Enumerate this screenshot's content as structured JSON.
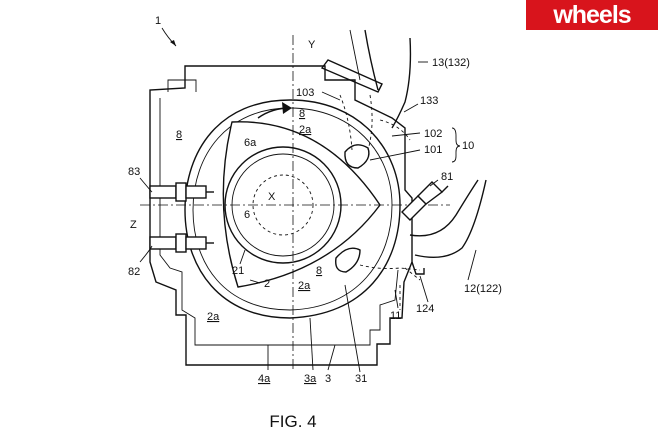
{
  "brand": {
    "logo_text": "wheels",
    "color": "#d8141c"
  },
  "figure": {
    "caption": "FIG. 4",
    "labels": {
      "ref_1": "1",
      "axis_y": "Y",
      "ref_13": "13(132)",
      "ref_103": "103",
      "ref_133": "133",
      "ref_8_a": "8",
      "ref_8_b": "8",
      "ref_8_c": "8",
      "ref_2a_a": "2a",
      "ref_2a_b": "2a",
      "ref_2a_c": "2a",
      "ref_6a": "6a",
      "ref_102": "102",
      "ref_101": "101",
      "ref_10": "10",
      "ref_83": "83",
      "ref_81": "81",
      "axis_x": "X",
      "axis_z": "Z",
      "ref_6": "6",
      "ref_82": "82",
      "ref_21": "21",
      "ref_2": "2",
      "ref_124": "124",
      "ref_12": "12(122)",
      "ref_11": "11",
      "ref_4a": "4a",
      "ref_3a": "3a",
      "ref_3": "3",
      "ref_31": "31"
    }
  }
}
